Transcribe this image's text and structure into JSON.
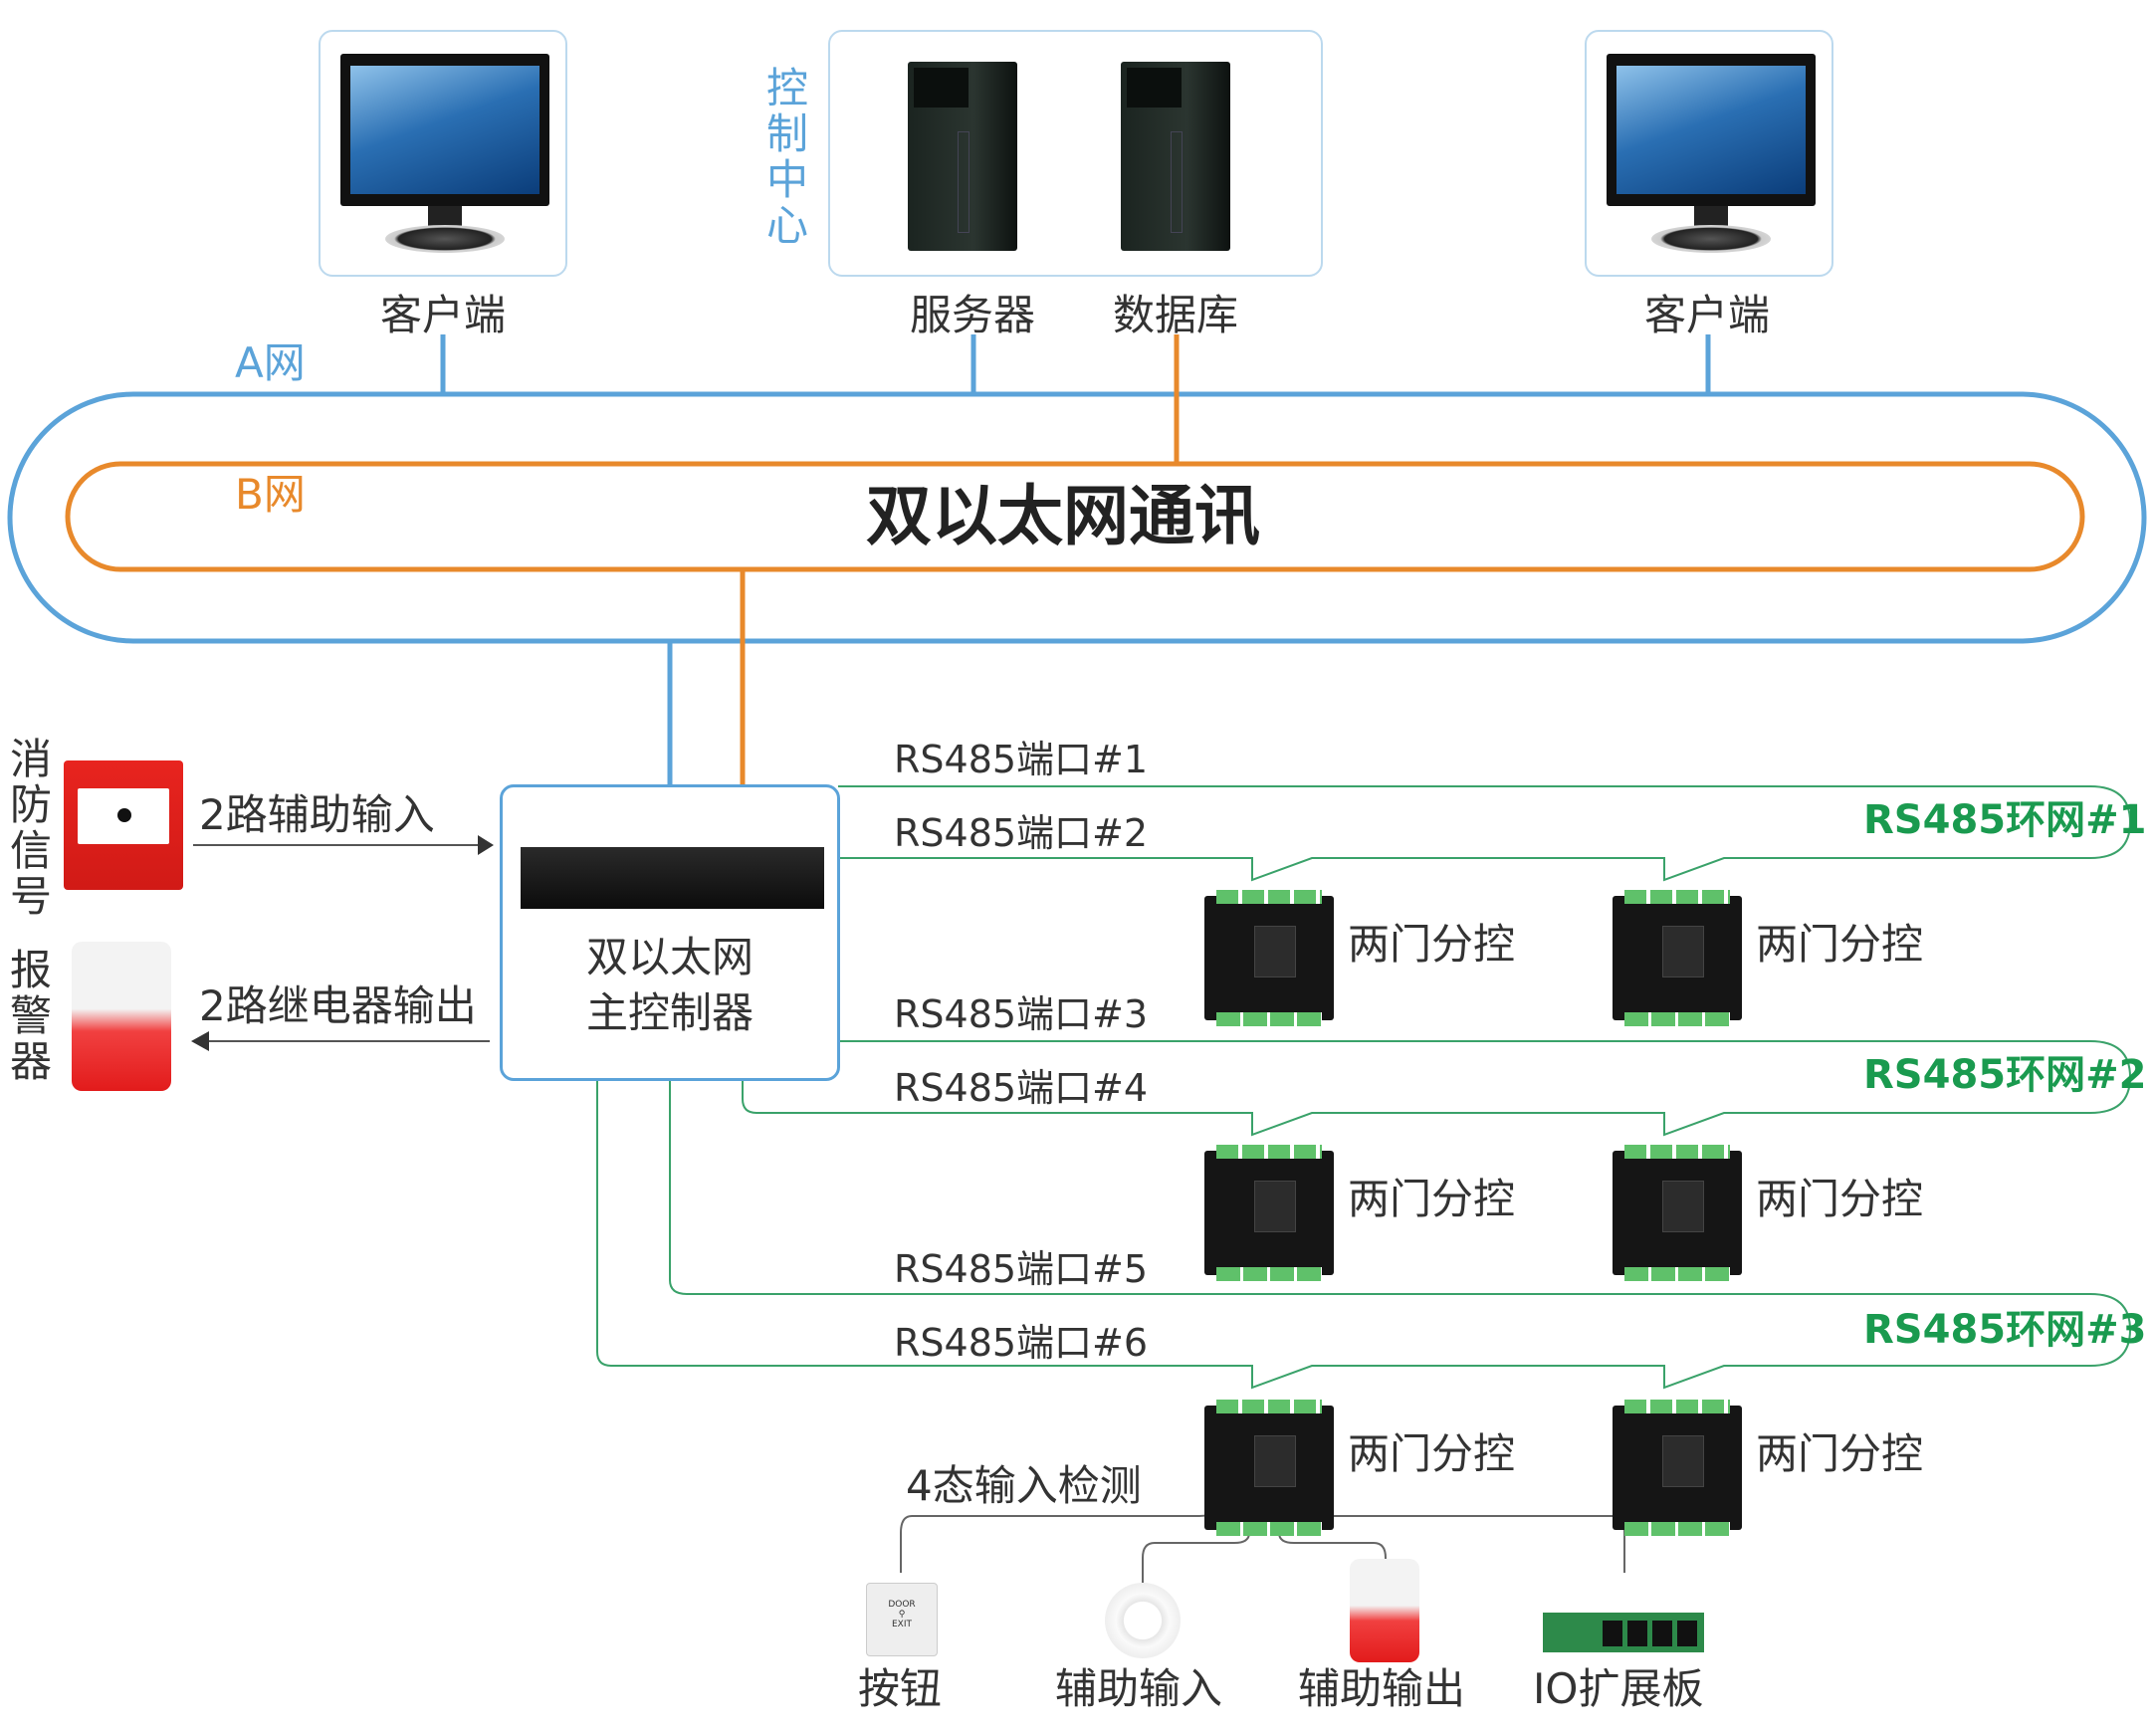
{
  "top": {
    "client_left_label": "客户端",
    "control_center_label": [
      "控",
      "制",
      "中",
      "心"
    ],
    "server_label": "服务器",
    "database_label": "数据库",
    "client_right_label": "客户端"
  },
  "network": {
    "a_net_label": "A网",
    "b_net_label": "B网",
    "title": "双以太网通讯",
    "colors": {
      "a_net": "#5ba3d9",
      "b_net": "#e8892b",
      "rs485": "#3aa26a",
      "ring_text": "#1a9a4f"
    }
  },
  "main_controller": {
    "line1": "双以太网",
    "line2": "主控制器"
  },
  "fire_signal": {
    "label": [
      "消",
      "防",
      "信",
      "号"
    ],
    "arrow_label": "2路辅助输入"
  },
  "alarm": {
    "label": [
      "报",
      "警",
      "器"
    ],
    "arrow_label": "2路继电器输出"
  },
  "ports": [
    "RS485端口#1",
    "RS485端口#2",
    "RS485端口#3",
    "RS485端口#4",
    "RS485端口#5",
    "RS485端口#6"
  ],
  "rings": [
    "RS485环网#1",
    "RS485环网#2",
    "RS485环网#3"
  ],
  "sub_controller_label": "两门分控",
  "io": {
    "detect_label": "4态输入检测",
    "devices": [
      "按钮",
      "辅助输入",
      "辅助输出",
      "IO扩展板"
    ],
    "exit_button_text": [
      "DOOR",
      "EXIT"
    ]
  }
}
